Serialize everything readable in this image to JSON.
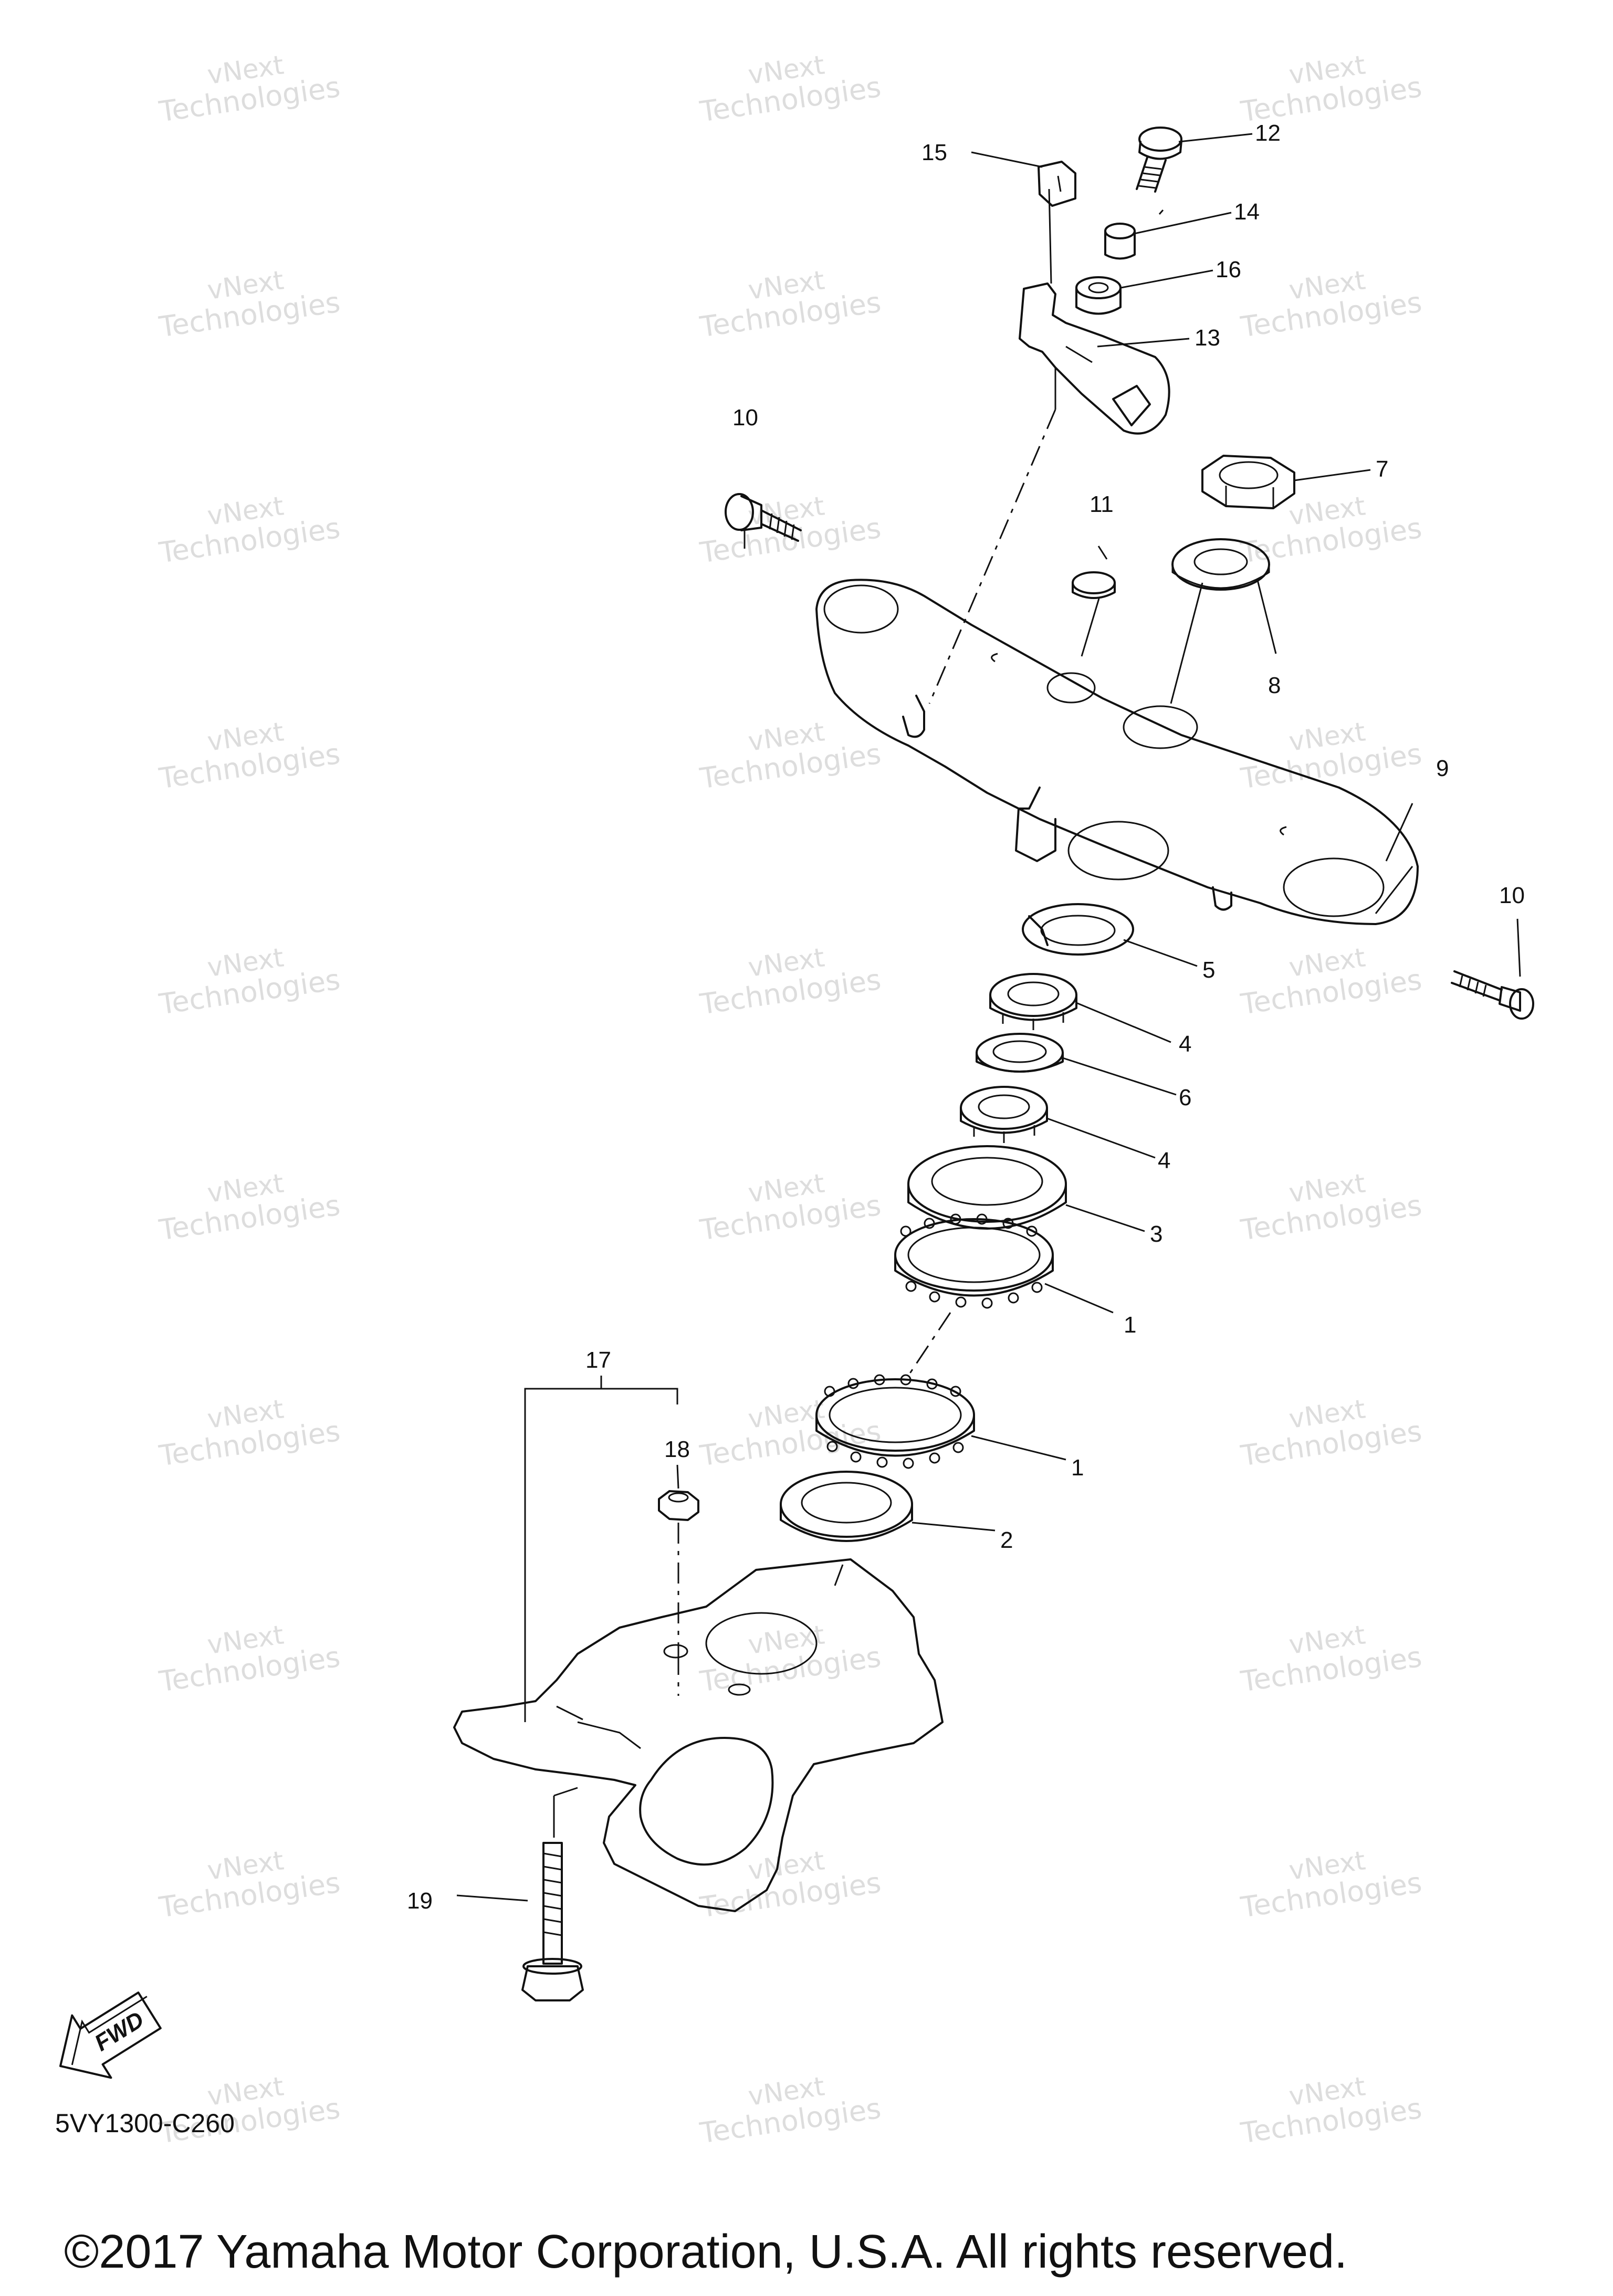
{
  "watermark": {
    "line1": "vNext",
    "line2": "Technologies"
  },
  "callouts": [
    "1",
    "1",
    "2",
    "3",
    "4",
    "4",
    "5",
    "6",
    "7",
    "8",
    "9",
    "10",
    "10",
    "11",
    "12",
    "13",
    "14",
    "15",
    "16",
    "17",
    "18",
    "19"
  ],
  "fwd_label": "FWD",
  "diagram_code": "5VY1300-C260",
  "copyright": "©2017 Yamaha Motor Corporation, U.S.A. All rights reserved."
}
